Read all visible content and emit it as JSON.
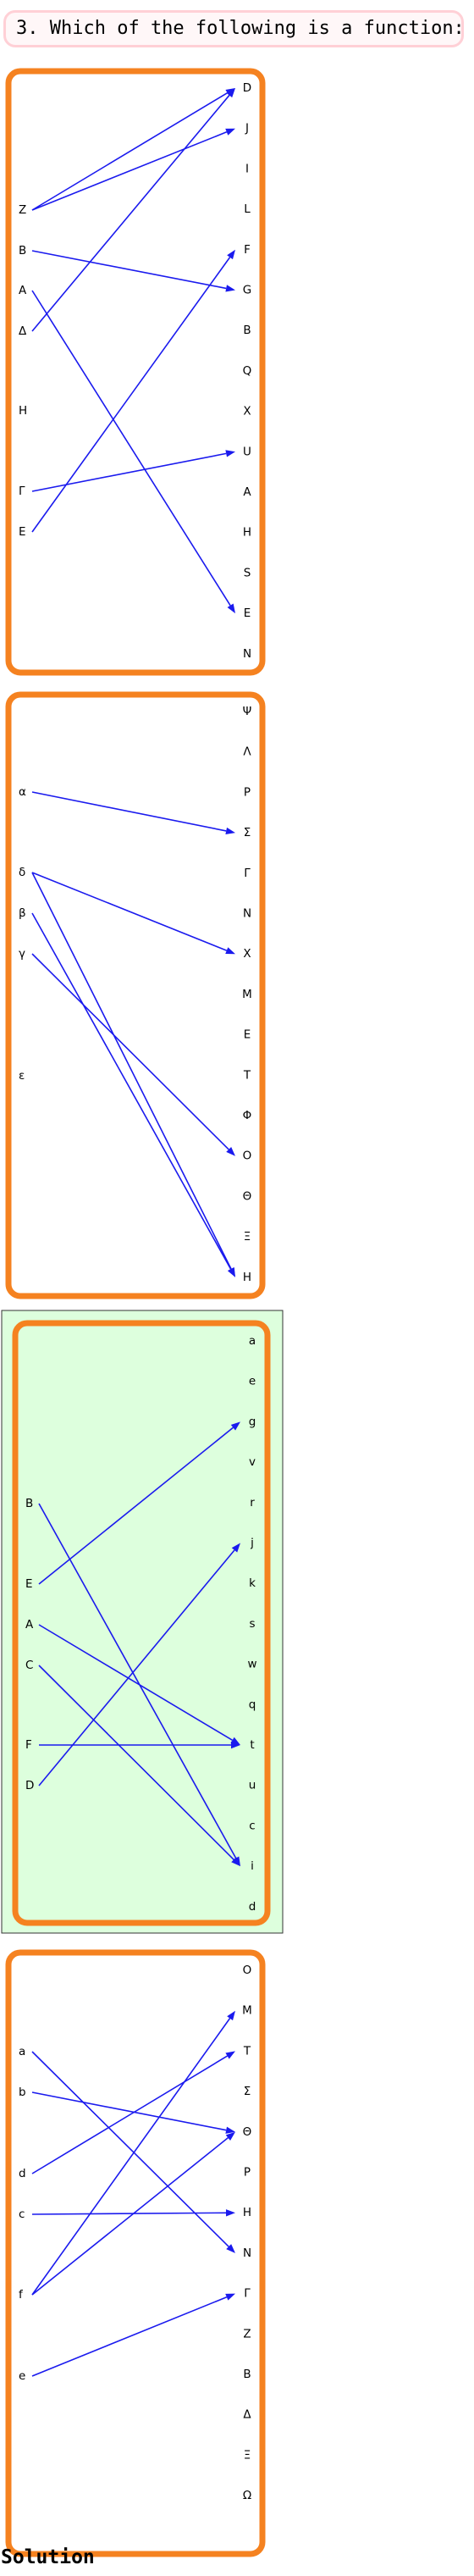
{
  "question": "3. Which of the following is a function:",
  "solution_label": "Solution",
  "colors": {
    "panel_border": "#f58220",
    "arrow": "#1a1aee",
    "correct_fill": "#ddffdd",
    "question_border": "#ffd0d6"
  },
  "diagrams": [
    {
      "left": [
        "Z",
        "B",
        "A",
        "Δ",
        "H",
        "Γ",
        "E"
      ],
      "right": [
        "D",
        "J",
        "I",
        "L",
        "F",
        "G",
        "B",
        "Q",
        "X",
        "U",
        "A",
        "H",
        "S",
        "E",
        "N"
      ],
      "edges": [
        [
          0,
          0
        ],
        [
          0,
          1
        ],
        [
          1,
          5
        ],
        [
          2,
          13
        ],
        [
          3,
          0
        ],
        [
          5,
          9
        ],
        [
          6,
          4
        ]
      ],
      "correct": false
    },
    {
      "left": [
        "α",
        "δ",
        "β",
        "γ",
        "ε"
      ],
      "right": [
        "Ψ",
        "Λ",
        "Ρ",
        "Σ",
        "Γ",
        "Ν",
        "Χ",
        "Μ",
        "Ε",
        "Τ",
        "Φ",
        "Ο",
        "Θ",
        "Ξ",
        "Η"
      ],
      "edges": [
        [
          0,
          3
        ],
        [
          1,
          6
        ],
        [
          1,
          14
        ],
        [
          2,
          14
        ],
        [
          3,
          11
        ]
      ],
      "correct": false
    },
    {
      "left": [
        "B",
        "E",
        "A",
        "C",
        "F",
        "D"
      ],
      "right": [
        "a",
        "e",
        "g",
        "v",
        "r",
        "j",
        "k",
        "s",
        "w",
        "q",
        "t",
        "u",
        "c",
        "i",
        "d"
      ],
      "edges": [
        [
          0,
          13
        ],
        [
          1,
          2
        ],
        [
          2,
          10
        ],
        [
          3,
          13
        ],
        [
          4,
          10
        ],
        [
          5,
          5
        ]
      ],
      "correct": true
    },
    {
      "left": [
        "a",
        "b",
        "d",
        "c",
        "f",
        "e"
      ],
      "right": [
        "O",
        "M",
        "T",
        "Σ",
        "Θ",
        "P",
        "H",
        "N",
        "Γ",
        "Z",
        "B",
        "Δ",
        "Ξ",
        "Ω"
      ],
      "edges": [
        [
          0,
          7
        ],
        [
          1,
          4
        ],
        [
          2,
          2
        ],
        [
          3,
          6
        ],
        [
          4,
          1
        ],
        [
          4,
          4
        ],
        [
          5,
          8
        ]
      ],
      "correct": false
    }
  ]
}
